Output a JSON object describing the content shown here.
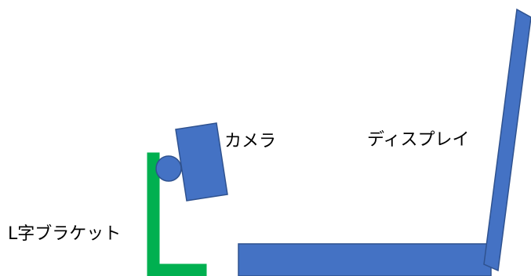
{
  "labels": {
    "camera": "カメラ",
    "display": "ディスプレイ",
    "bracket": "L字ブラケット"
  },
  "colors": {
    "background": "#ffffff",
    "blue_fill": "#4472c4",
    "blue_stroke": "#2f528f",
    "green_fill": "#00b050",
    "text": "#000000"
  }
}
